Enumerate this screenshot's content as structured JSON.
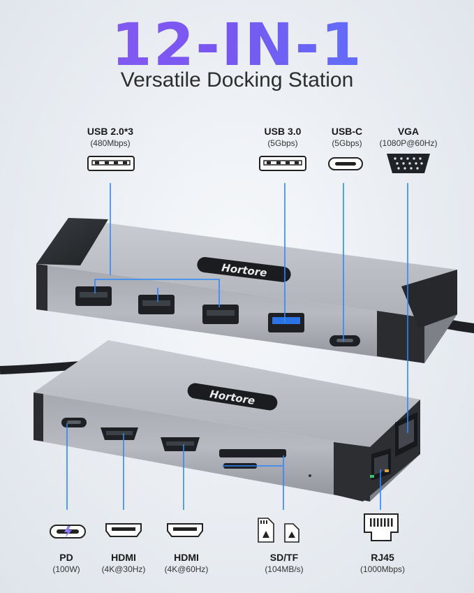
{
  "title": "12-IN-1",
  "subtitle": "Versatile Docking Station",
  "brand": "Hortore",
  "colors": {
    "accent_line": "#2f86ff",
    "title_start": "#8a5cf6",
    "title_end": "#4f7dff",
    "usb3_blue": "#2a74e6"
  },
  "top_ports": [
    {
      "name": "USB 2.0*3",
      "spec": "(480Mbps)",
      "icon": "usb-a-port-icon"
    },
    {
      "name": "USB 3.0",
      "spec": "(5Gbps)",
      "icon": "usb-a-port-icon"
    },
    {
      "name": "USB-C",
      "spec": "(5Gbps)",
      "icon": "usb-c-port-icon"
    },
    {
      "name": "VGA",
      "spec": "(1080P@60Hz)",
      "icon": "vga-port-icon"
    }
  ],
  "bottom_ports": [
    {
      "name": "PD",
      "spec": "(100W)",
      "icon": "usb-c-power-icon"
    },
    {
      "name": "HDMI",
      "spec": "(4K@30Hz)",
      "icon": "hdmi-port-icon"
    },
    {
      "name": "HDMI",
      "spec": "(4K@60Hz)",
      "icon": "hdmi-port-icon"
    },
    {
      "name": "SD/TF",
      "spec": "(104MB/s)",
      "icon": "sd-card-icon"
    },
    {
      "name": "RJ45",
      "spec": "(1000Mbps)",
      "icon": "ethernet-port-icon"
    }
  ]
}
